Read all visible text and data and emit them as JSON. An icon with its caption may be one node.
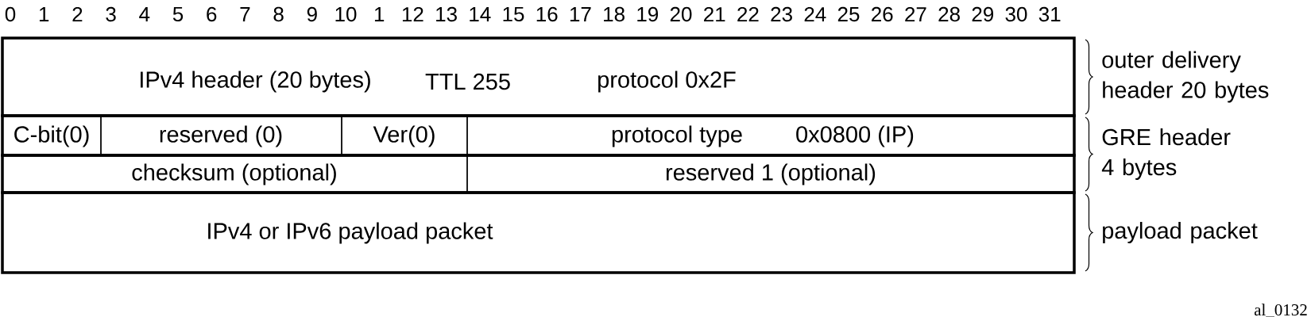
{
  "diagram": {
    "nodes": [
      {
        "text": [
          "IPv4 header (20 bytes)",
          "TTL 255",
          "protocol 0x2F"
        ]
      },
      {
        "text": [
          "C-bit(0)"
        ]
      },
      {
        "text": [
          "reserved (0)"
        ]
      },
      {
        "text": [
          "Ver(0)"
        ]
      },
      {
        "text": [
          "protocol type",
          "0x0800 (IP)"
        ]
      },
      {
        "text": [
          "checksum (optional)"
        ]
      },
      {
        "text": [
          "reserved 1 (optional)"
        ]
      },
      {
        "text": [
          "IPv4 or IPv6 payload packet"
        ]
      }
    ],
    "edges": [],
    "labels": [
      "0",
      "1",
      "2",
      "3",
      "4",
      "5",
      "6",
      "7",
      "8",
      "9",
      "10",
      "1",
      "12",
      "13",
      "14",
      "15",
      "16",
      "17",
      "18",
      "19",
      "20",
      "21",
      "22",
      "23",
      "24",
      "25",
      "26",
      "27",
      "28",
      "29",
      "30",
      "31",
      "outer delivery header 20 bytes",
      "GRE header 4 bytes",
      "payload packet",
      "al_0132"
    ]
  }
}
